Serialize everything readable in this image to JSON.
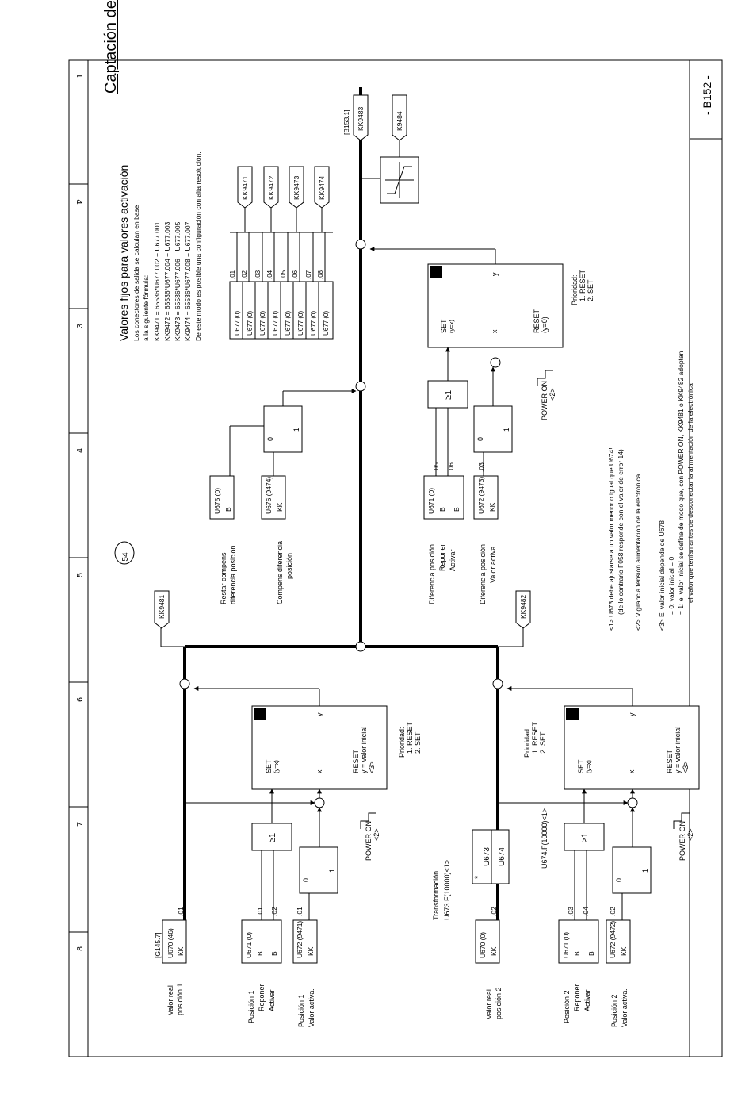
{
  "title": "Captación de posición/diferencia de posición",
  "page_number": "- B152 -",
  "grid_numbers": [
    "1",
    "2",
    "3",
    "4",
    "5",
    "6",
    "7",
    "8"
  ],
  "circle_marker": "54",
  "left_section": {
    "pos1": {
      "ref": "[G145.7]",
      "param": "U670 (46)",
      "type": "KK",
      "index": ".01",
      "label1": "Valor real",
      "label2": "posición 1"
    },
    "reset1": {
      "param": "U671 (0)",
      "type1": "B",
      "type2": "B",
      "index1": ".01",
      "index2": ".02",
      "label1": "Posición 1",
      "label2": "Reponer",
      "label3": "Activar"
    },
    "act1": {
      "param": "U672 (9471)",
      "type": "KK",
      "index": ".01",
      "label1": "Posición 1",
      "label2": "Valor activa."
    },
    "pos2": {
      "param": "U670 (0)",
      "type": "KK",
      "index": ".02",
      "label1": "Valor real",
      "label2": "posición 2"
    },
    "reset2": {
      "param": "U671 (0)",
      "type1": "B",
      "type2": "B",
      "index1": ".03",
      "index2": ".04",
      "label1": "Posición 2",
      "label2": "Reponer",
      "label3": "Activar"
    },
    "act2": {
      "param": "U672 (9472)",
      "type": "KK",
      "index": ".02",
      "label1": "Posición 2",
      "label2": "Valor activa."
    },
    "transform": {
      "label": "Transformación",
      "f1": "U673.F(10000)<1>",
      "f2": "U674.F(10000)<1>",
      "p1": "U673",
      "p2": "U674",
      "star": "*"
    }
  },
  "integrator": {
    "set": "SET",
    "set_sub": "(y=x)",
    "x": "x",
    "y": "y",
    "reset": "RESET",
    "reset_sub1": "y = valor inicial",
    "reset_sub2": "<3>",
    "reset_alt_sub": "(y=0)",
    "power_on": "POWER ON",
    "power_on_ref": "<2>",
    "prio_title": "Prioridad:",
    "prio1": "1. RESET",
    "prio2": "2. SET",
    "or_gate": "≥1",
    "sw0": "0",
    "sw1": "1"
  },
  "connectors": {
    "kk9481": "KK9481",
    "kk9482": "KK9482",
    "kk9483": "KK9483",
    "k9484": "K9484",
    "ref_b153": "[B153.1]",
    "kk9471": "KK9471",
    "kk9472": "KK9472",
    "kk9473": "KK9473",
    "kk9474": "KK9474"
  },
  "mid_section": {
    "restar": {
      "param": "U675 (0)",
      "type": "B",
      "label1": "Restar compens",
      "label2": "diferencia posición"
    },
    "compens": {
      "param": "U676 (9474)",
      "type": "KK",
      "label1": "Compens diferencia",
      "label2": "posición"
    },
    "diff_reset": {
      "param": "U671 (0)",
      "type1": "B",
      "type2": "B",
      "index1": ".05",
      "index2": ".06",
      "label1": "Diferencia posición",
      "label2": "Reponer",
      "label3": "Activar"
    },
    "diff_act": {
      "param": "U672 (9473)",
      "type": "KK",
      "index": ".03",
      "label1": "Diferencia posición",
      "label2": "Valor activa."
    }
  },
  "fixed_values": {
    "title": "Valores fijos para valores activación",
    "desc1": "Los conectores de salida se calculan en base",
    "desc2": "a la siguiente fórmula:",
    "f1": "KK9471  = 65536*U677.002 + U677.001",
    "f2": "KK9472  = 65536*U677.004 + U677.003",
    "f3": "KK9473  = 65536*U677.006 + U677.005",
    "f4": "KK9474  = 65536*U677.008 + U677.007",
    "note": "De este modo es posible una configuración con alta resolución.",
    "params": [
      "U677 (0)",
      "U677 (0)",
      "U677 (0)",
      "U677 (0)",
      "U677 (0)",
      "U677 (0)",
      "U677 (0)",
      "U677 (0)"
    ],
    "indexes": [
      ".01",
      ".02",
      ".03",
      ".04",
      ".05",
      ".06",
      ".07",
      ".08"
    ]
  },
  "notes": {
    "n1a": "<1>  U673 debe ajustarse a un valor menor o igual que U674!",
    "n1b": "(de lo contrario F058 responde con el valor de error 14)",
    "n2": "<2>  Vigilancia tensión alimentación de la electrónica",
    "n3a": "<3> El valor inicial depende de U678",
    "n3b": "= 0: valor inicial = 0",
    "n3c": "= 1: el valor inicial se define de modo que, con POWER ON, KK9481 o KK9482 adoptan",
    "n3d": "el valor que tenían antes de desconectar la alimentación de la electrónica"
  }
}
